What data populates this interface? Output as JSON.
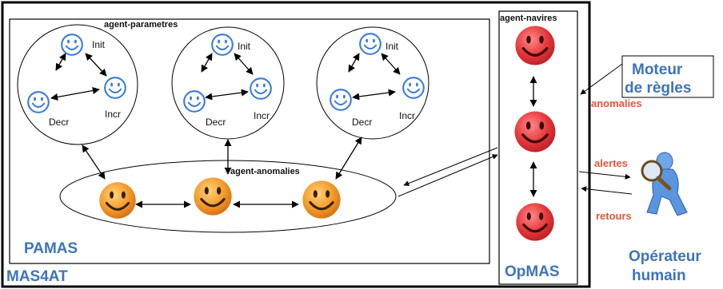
{
  "labels": {
    "mas4at": "MAS4AT",
    "pamas": "PAMAS",
    "opmas": "OpMAS",
    "agent_parametres": "agent-parametres",
    "agent_navires": "agent-navires",
    "agent_anomalies": "agent-anomalies",
    "moteur_line1": "Moteur",
    "moteur_line2": "de règles",
    "operateur_line1": "Opérateur",
    "operateur_line2": "humain",
    "anomalies": "anomalies",
    "alertes": "alertes",
    "retours": "retours"
  },
  "param_groups": [
    {
      "init": "Init",
      "incr": "Incr",
      "decr": "Decr"
    },
    {
      "init": "Init",
      "incr": "Incr",
      "decr": "Decr"
    },
    {
      "init": "Init",
      "incr": "Incr",
      "decr": "Decr"
    }
  ],
  "colors": {
    "blue_smiley": "#3a7bd5",
    "orange_smiley": "#f0a030",
    "red_smiley": "#e23a3e",
    "label_blue": "#3d74b8",
    "label_red": "#e8553a"
  },
  "icons": {
    "param_agent": "blue-smiley-icon",
    "anomaly_agent": "orange-smiley-icon",
    "ship_agent": "red-smiley-icon",
    "operator": "magnifier-person-icon"
  }
}
